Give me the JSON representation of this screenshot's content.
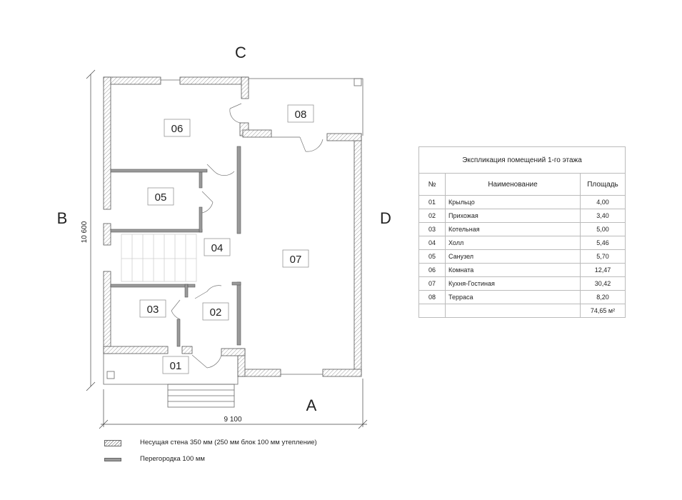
{
  "plan": {
    "sides": {
      "top": "C",
      "left": "B",
      "right": "D",
      "bottom": "A"
    },
    "dimensions": {
      "height": "10 600",
      "width": "9 100"
    },
    "rooms": [
      "06",
      "08",
      "05",
      "04",
      "07",
      "03",
      "02",
      "01"
    ]
  },
  "explication": {
    "title": "Экспликация помещений 1-го этажа",
    "headers": {
      "num": "№",
      "name": "Наименование",
      "area": "Площадь"
    },
    "rows": [
      {
        "num": "01",
        "name": "Крыльцо",
        "area": "4,00"
      },
      {
        "num": "02",
        "name": "Прихожая",
        "area": "3,40"
      },
      {
        "num": "03",
        "name": "Котельная",
        "area": "5,00"
      },
      {
        "num": "04",
        "name": "Холл",
        "area": "5,46"
      },
      {
        "num": "05",
        "name": "Санузел",
        "area": "5,70"
      },
      {
        "num": "06",
        "name": "Комната",
        "area": "12,47"
      },
      {
        "num": "07",
        "name": "Кухня-Гостиная",
        "area": "30,42"
      },
      {
        "num": "08",
        "name": "Терраса",
        "area": "8,20"
      }
    ],
    "total": "74,65 м²"
  },
  "legend": {
    "bearing_wall": "Несущая стена 350 мм (250 мм блок 100 мм утепление)",
    "partition": "Перегородка 100 мм"
  }
}
